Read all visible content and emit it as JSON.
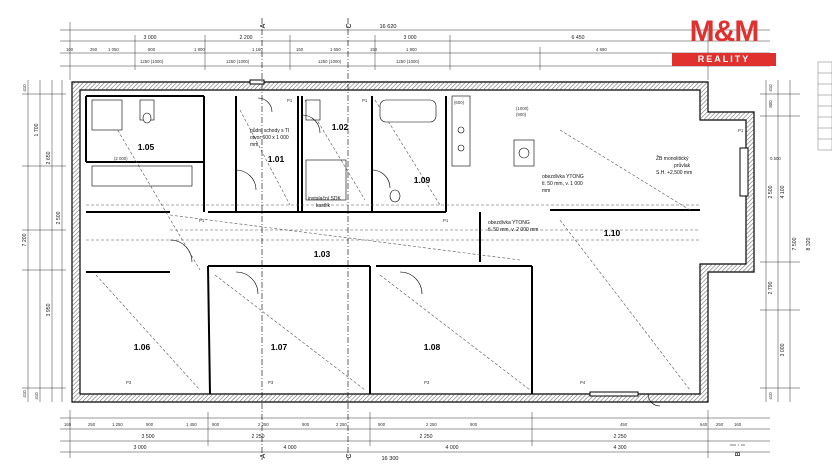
{
  "logo": {
    "brand": "M&M",
    "sub": "REALITY"
  },
  "top_dims": {
    "total": "16 620",
    "row1": [
      "3 000",
      "2 200",
      "3 000",
      "6 450"
    ],
    "row2": [
      "160",
      "250",
      "1 050",
      "900",
      "1 800",
      "1 160",
      "150",
      "1 650",
      "150",
      "1 800",
      "4 690"
    ],
    "row3": [
      "1250 (1000)",
      "1250 (1000)",
      "1250 (1000)",
      "1250 (1000)"
    ]
  },
  "bottom_dims": {
    "row1": [
      "160",
      "250",
      "1 250",
      "900",
      "1 450",
      "900",
      "2 250",
      "900",
      "2 250",
      "900",
      "2 250",
      "900",
      "450",
      "640",
      "250",
      "160"
    ],
    "row2": [
      "3 500",
      "2 250",
      "2 250",
      "2 250"
    ],
    "row3": [
      "3 000",
      "4 000",
      "4 000",
      "4 300"
    ],
    "total": "16 300"
  },
  "left_dims": [
    "410",
    "1 700",
    "2 650",
    "2 500",
    "3 950",
    "410",
    "7 200",
    "410"
  ],
  "right_dims": [
    "410",
    "800",
    "4 100",
    "2 500",
    "7 500",
    "2 790",
    "3 000",
    "410",
    "8 320"
  ],
  "axes": {
    "a": "A",
    "c": "C",
    "b": "B"
  },
  "rooms": [
    {
      "id": "1.05"
    },
    {
      "id": "1.01"
    },
    {
      "id": "1.02"
    },
    {
      "id": "1.09"
    },
    {
      "id": "1.10"
    },
    {
      "id": "1.03"
    },
    {
      "id": "1.06"
    },
    {
      "id": "1.07"
    },
    {
      "id": "1.08"
    }
  ],
  "notes": {
    "stairs": [
      "půdní schody s TI",
      "otvor 600 x 1 000",
      "mm"
    ],
    "sdk": [
      "instalační SDK",
      "kastlík"
    ],
    "ytong1": [
      "obezdívka YTONG",
      "tl. 50 mm, v. 1 000",
      "mm"
    ],
    "ytong2": [
      "obezdívka YTONG",
      "tl. 50 mm, v. 2 000 mm"
    ],
    "zb": [
      "ŽB monolitický",
      "průvlak",
      "S.H. +2,500 mm"
    ]
  },
  "windows": [
    "P3",
    "P3",
    "P3",
    "P4",
    "P1",
    "P1",
    "P1",
    "P1",
    "P1"
  ],
  "misc": {
    "label_600": "(600)",
    "label_2000": "(2 000)",
    "label_900": "(900)",
    "label_1000": "(1000)",
    "label_k800": "0.500"
  }
}
